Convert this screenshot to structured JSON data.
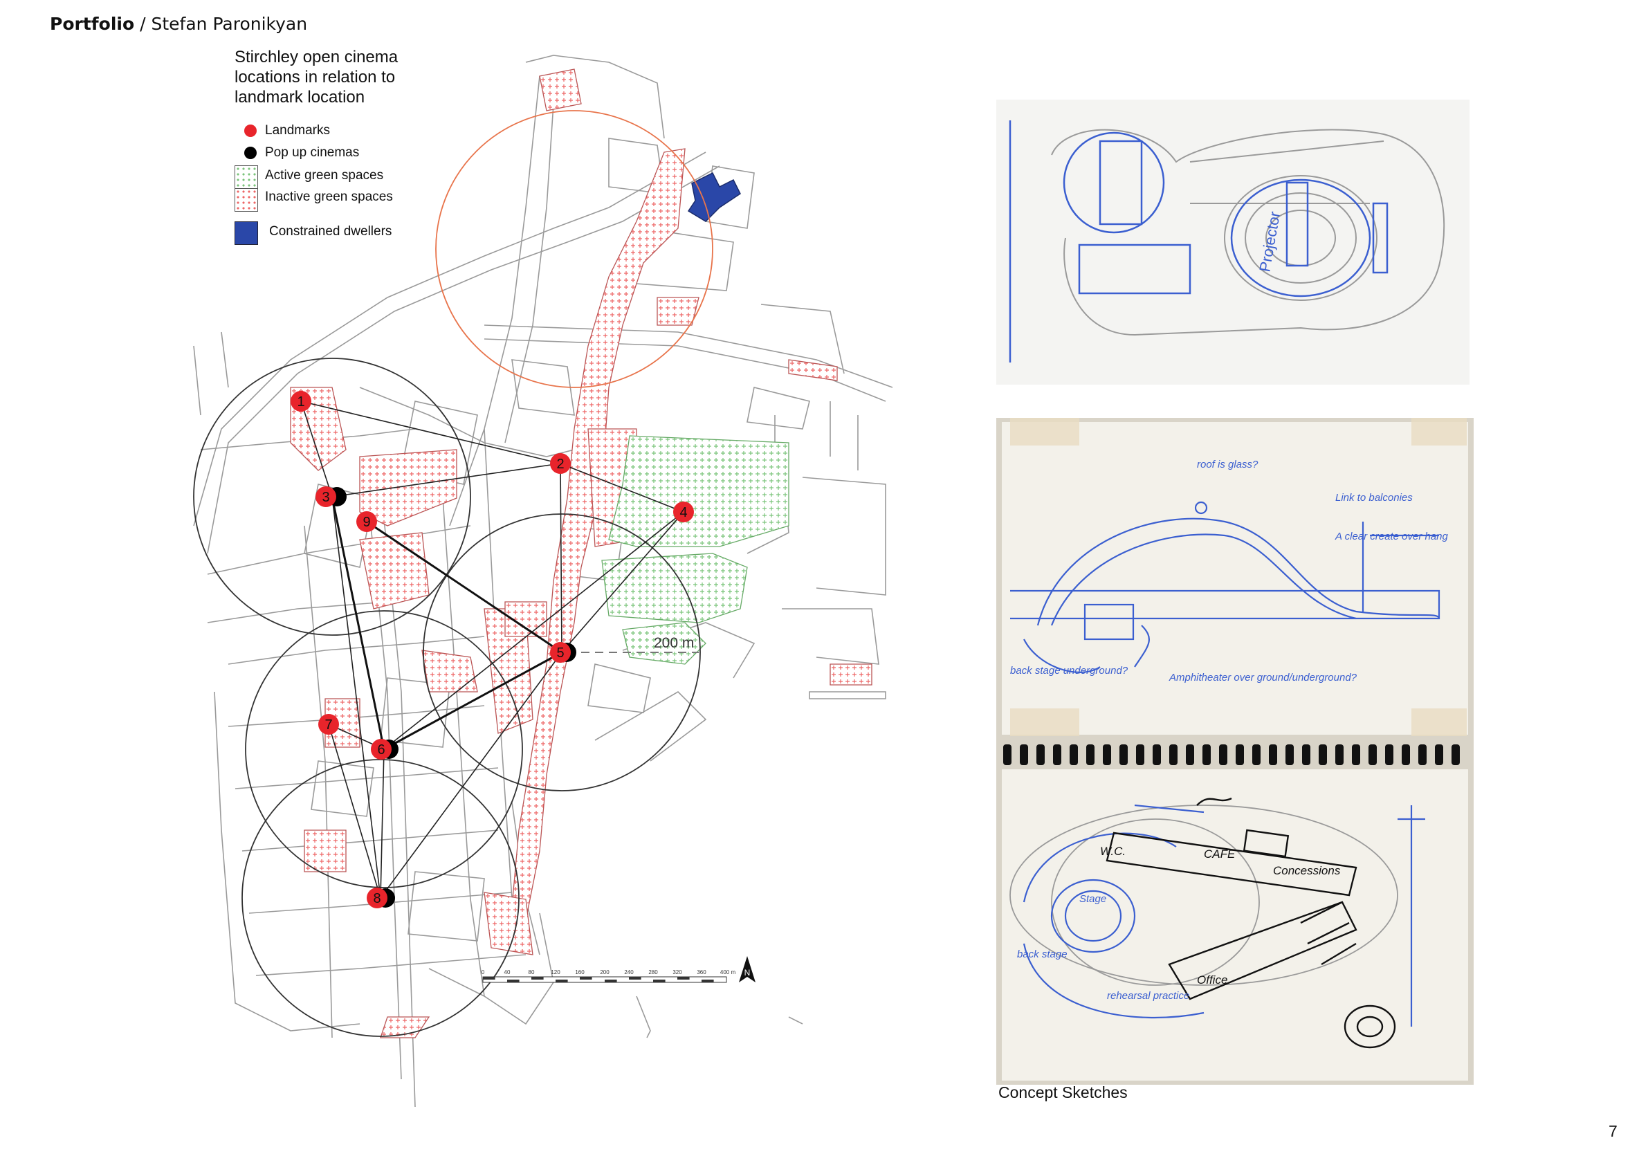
{
  "header": {
    "strong": "Portfolio",
    "rest": " / Stefan Paronikyan"
  },
  "map_title": "Stirchley open cinema locations in relation to landmark location",
  "legend": [
    {
      "symbol": "red-dot",
      "label": "Landmarks"
    },
    {
      "symbol": "black-dot",
      "label": "Pop up cinemas"
    },
    {
      "symbol": "green-pattern",
      "label": "Active green spaces"
    },
    {
      "symbol": "red-pattern",
      "label": "Inactive green spaces"
    },
    {
      "symbol": "blue-fill",
      "label": "Constrained dwellers"
    }
  ],
  "landmarks": [
    "1",
    "2",
    "3",
    "4",
    "5",
    "6",
    "7",
    "8",
    "9"
  ],
  "radius_label": "200 m",
  "scale_bar": {
    "ticks": [
      "0",
      "40",
      "80",
      "120",
      "160",
      "200",
      "240",
      "280",
      "320",
      "360",
      "400 m"
    ]
  },
  "north_arrow": "N",
  "sketch_notes": {
    "top_sketch": "Projector",
    "mid_note_1": "roof is glass?",
    "mid_note_2": "Link to balconies",
    "mid_note_3": "A clear create over hang",
    "mid_note_4": "Amphitheater over ground/underground?",
    "mid_note_5": "back stage underground?",
    "bottom_note_1": "W.C.",
    "bottom_note_2": "CAFE",
    "bottom_note_3": "Concessions",
    "bottom_note_4": "Office",
    "bottom_note_5": "back stage",
    "bottom_note_6": "Stage",
    "bottom_note_7": "rehearsal practice"
  },
  "caption": "Concept Sketches",
  "page_number": "7",
  "colors": {
    "landmark": "#e8242b",
    "cinema": "#000000",
    "active_green": "#7bc47b",
    "inactive_green": "#e66666",
    "constrained": "#2a47a8",
    "sketch_blue": "#3b5fd0"
  }
}
